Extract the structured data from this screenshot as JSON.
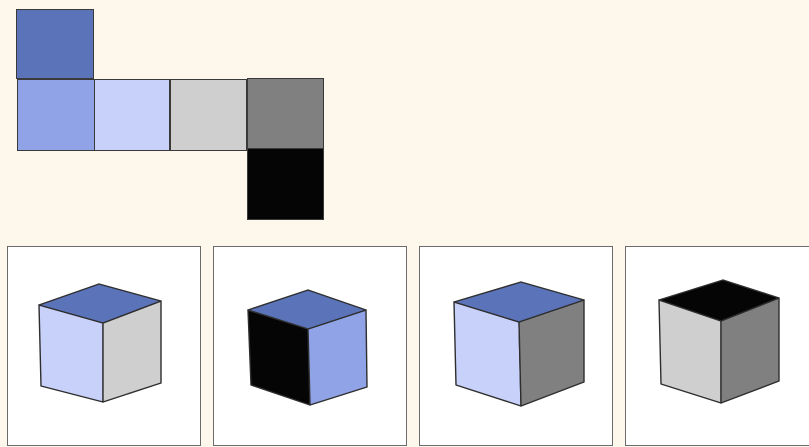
{
  "colors": {
    "background": "#fef7ec",
    "card_background": "#ffffff",
    "outline": "#2e2e2e",
    "palette": {
      "dark_blue": "#5b73b9",
      "medium_blue": "#8fa3e6",
      "light_blue": "#c7d1fa",
      "light_gray": "#cfcfcf",
      "dark_gray": "#808080",
      "black": "#050505"
    }
  },
  "net": {
    "squares": [
      {
        "name": "net-square-dark-blue",
        "color": "dark_blue"
      },
      {
        "name": "net-square-medium-blue",
        "color": "medium_blue"
      },
      {
        "name": "net-square-light-blue",
        "color": "light_blue"
      },
      {
        "name": "net-square-light-gray",
        "color": "light_gray"
      },
      {
        "name": "net-square-dark-gray",
        "color": "dark_gray"
      },
      {
        "name": "net-square-black",
        "color": "black"
      }
    ]
  },
  "options": [
    {
      "name": "option-1-cube",
      "top": "dark_blue",
      "left": "light_blue",
      "right": "light_gray"
    },
    {
      "name": "option-2-cube",
      "top": "dark_blue",
      "left": "black",
      "right": "medium_blue"
    },
    {
      "name": "option-3-cube",
      "top": "dark_blue",
      "left": "light_blue",
      "right": "dark_gray"
    },
    {
      "name": "option-4-cube",
      "top": "black",
      "left": "light_gray",
      "right": "dark_gray"
    }
  ]
}
